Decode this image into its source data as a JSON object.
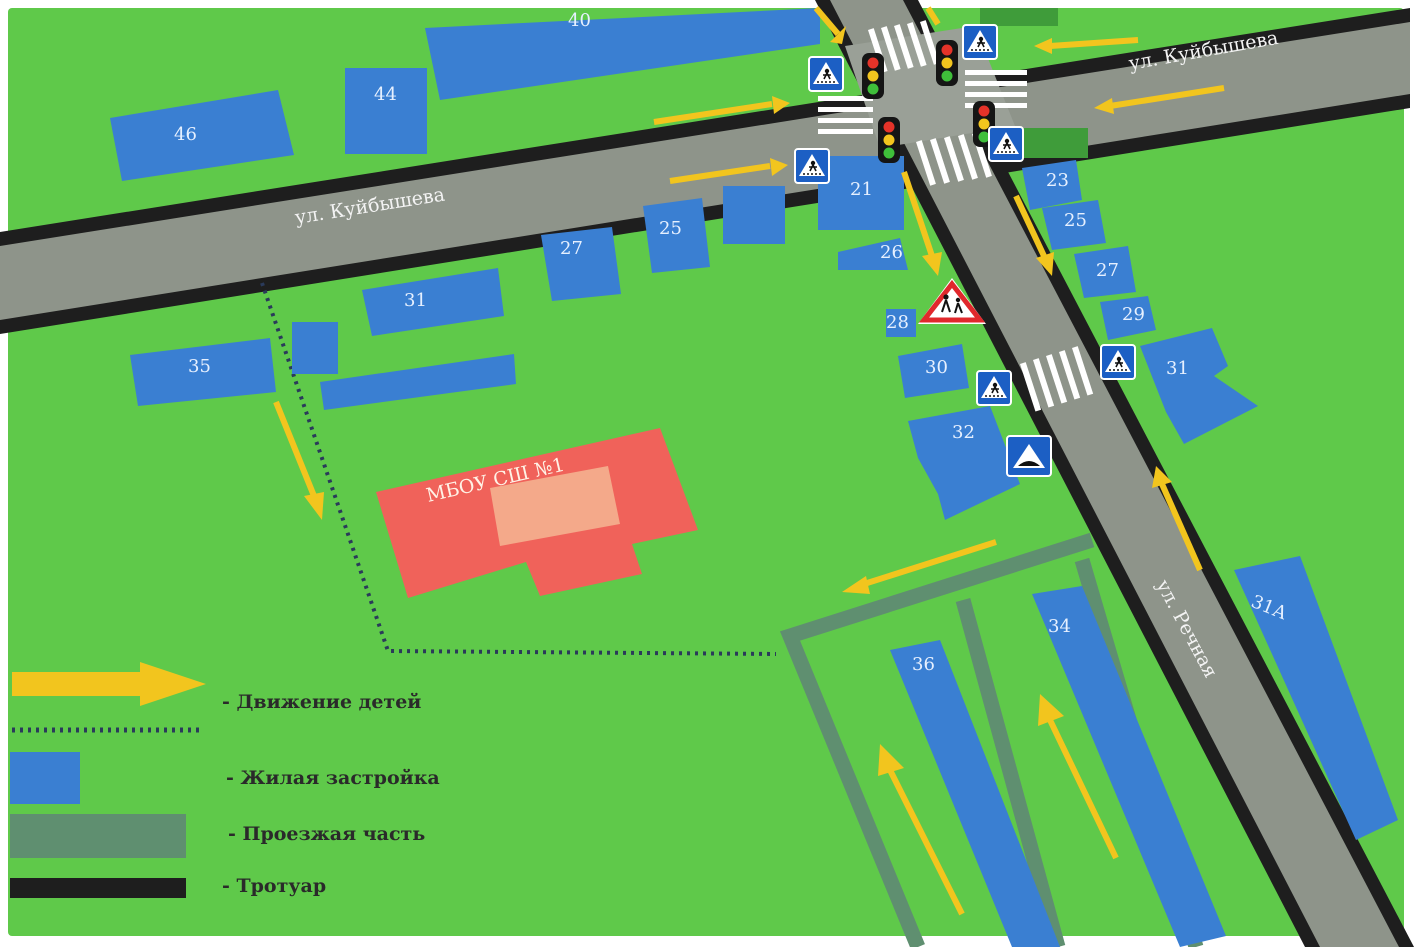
{
  "streets": {
    "kuibysheva_west": "ул. Куйбышева",
    "kuibysheva_east": "ул. Куйбышева",
    "rechnaya": "ул. Речная"
  },
  "school": {
    "label": "МБОУ СШ №1"
  },
  "buildings": {
    "b40": "40",
    "b44": "44",
    "b46": "46",
    "b21": "21",
    "b25w": "25",
    "b27w": "27",
    "b26": "26",
    "b31w": "31",
    "b35": "35",
    "b28": "28",
    "b30": "30",
    "b32": "32",
    "b23": "23",
    "b25e": "25",
    "b27e": "27",
    "b29": "29",
    "b31e": "31",
    "b31a": "31А",
    "b34": "34",
    "b36": "36"
  },
  "legend": {
    "children_movement": "- Движение детей",
    "residential": "- Жилая застройка",
    "roadway": "- Проезжая часть",
    "sidewalk": "- Тротуар"
  },
  "colors": {
    "grass": "#5fc94a",
    "building": "#3a7fd2",
    "school": "#f0625a",
    "road": "#8e948a",
    "sidewalk": "#1e1e1e",
    "arrow": "#f2c51e",
    "driveway": "#5f8f70"
  },
  "icons": {
    "crosswalk_sign": "pedestrian-crossing-sign-icon",
    "traffic_light": "traffic-light-icon",
    "children_warning": "children-warning-sign-icon",
    "speed_bump": "speed-bump-sign-icon"
  }
}
